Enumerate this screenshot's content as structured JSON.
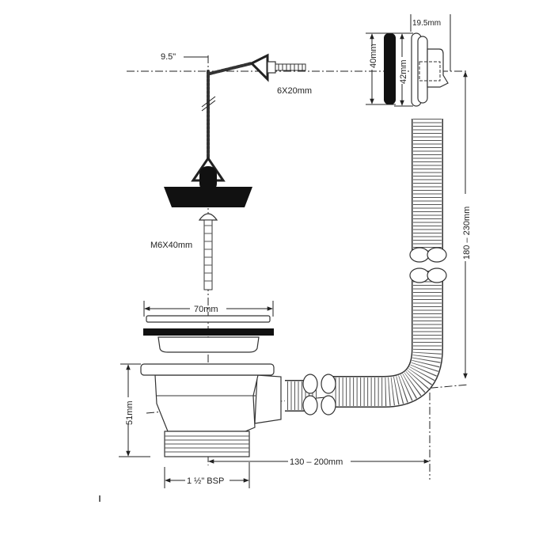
{
  "drawing": {
    "title": "Basin waste with plug, chain and flexible overflow",
    "labels": {
      "chain_length": "9.5\"",
      "chain_screw": "6X20mm",
      "plug_bolt": "M6X40mm",
      "grate_diameter": "70mm",
      "body_height": "51mm",
      "thread": "1 ½\" BSP",
      "horizontal_reach": "130 – 200mm",
      "vertical_reach": "180 – 230mm",
      "gasket_diameter": "40mm",
      "overflow_diameter": "42mm",
      "overflow_depth": "19.5mm"
    },
    "colors": {
      "line": "#222222",
      "fill_black": "#111111"
    }
  }
}
